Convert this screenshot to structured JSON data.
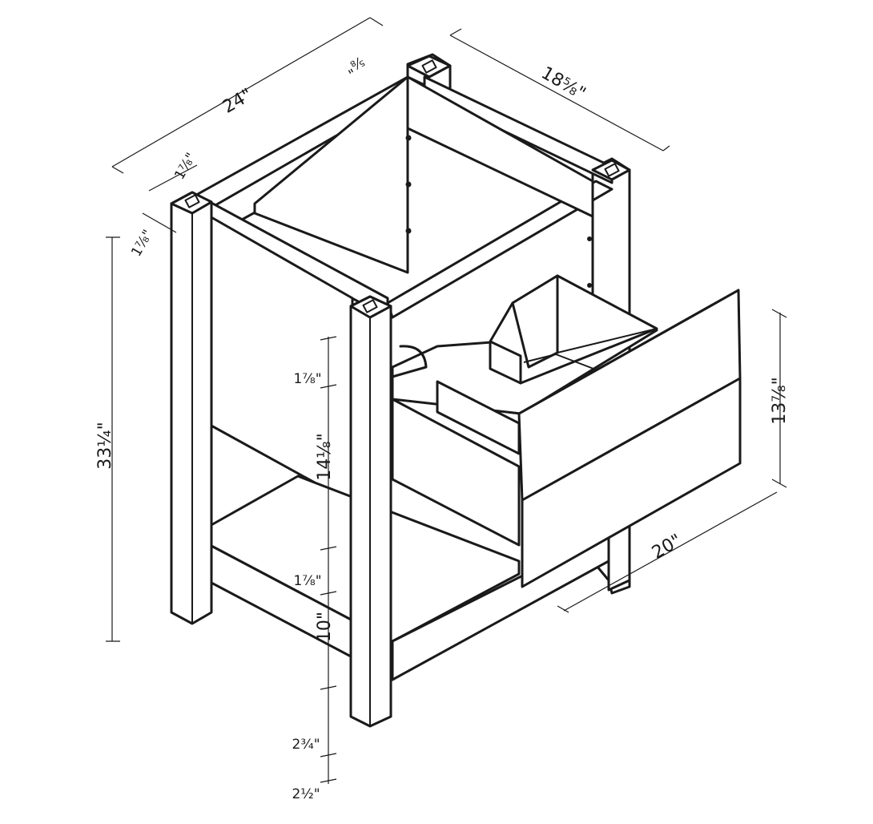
{
  "dimensions": {
    "width": "24\"",
    "depth": "18⅝\"",
    "top_edge_offset": "⅝\"",
    "post_width_top": "1⅞\"",
    "post_width_side": "1⅞\"",
    "total_height": "33¼\"",
    "drawer_rail_top": "1⅞\"",
    "drawer_opening": "14⅛\"",
    "lower_rail": "1⅞\"",
    "shelf_gap": "10\"",
    "shelf_rail": "2¾\"",
    "foot_height": "2½\"",
    "drawer_front_height": "13⅞\"",
    "drawer_depth": "20\""
  },
  "colors": {
    "line": "#1a1a1a",
    "background": "#ffffff"
  }
}
